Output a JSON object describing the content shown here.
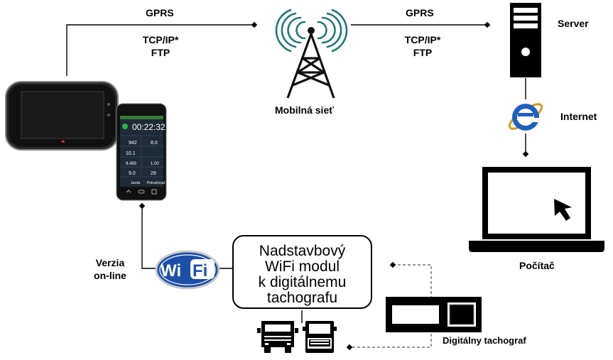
{
  "nodes": {
    "mobile_network": "Mobilná sieť",
    "server": "Server",
    "internet": "Internet",
    "computer": "Počítač",
    "tachograph": "Digitálny tachograf",
    "online_version": [
      "Verzia",
      "on-line"
    ],
    "wifi_module": [
      "Nadstavbový",
      "WiFi modul",
      "k digitálnemu",
      "tachografu"
    ],
    "wifi_logo": "WiFi"
  },
  "links": {
    "left": {
      "top": "GPRS",
      "proto": "TCP/IP*",
      "proto2": "FTP"
    },
    "right": {
      "top": "GPRS",
      "proto": "TCP/IP*",
      "proto2": "FTP"
    }
  },
  "phone_screen": {
    "time": "00:22:32",
    "values": [
      "942",
      "8.0",
      "10.1",
      "9.493",
      "1.00",
      "9.0",
      "29"
    ],
    "buttons": [
      "Jazda",
      "Pokračovať"
    ]
  },
  "colors": {
    "antenna_waves": "#1e7a74",
    "wifi_blue": "#1b4fa8",
    "ie_blue": "#1f5fbf"
  },
  "icons": [
    "tablet-icon",
    "smartphone-icon",
    "antenna-icon",
    "server-icon",
    "internet-explorer-icon",
    "laptop-icon",
    "wifi-logo-icon",
    "truck-icon",
    "tachograph-icon"
  ]
}
